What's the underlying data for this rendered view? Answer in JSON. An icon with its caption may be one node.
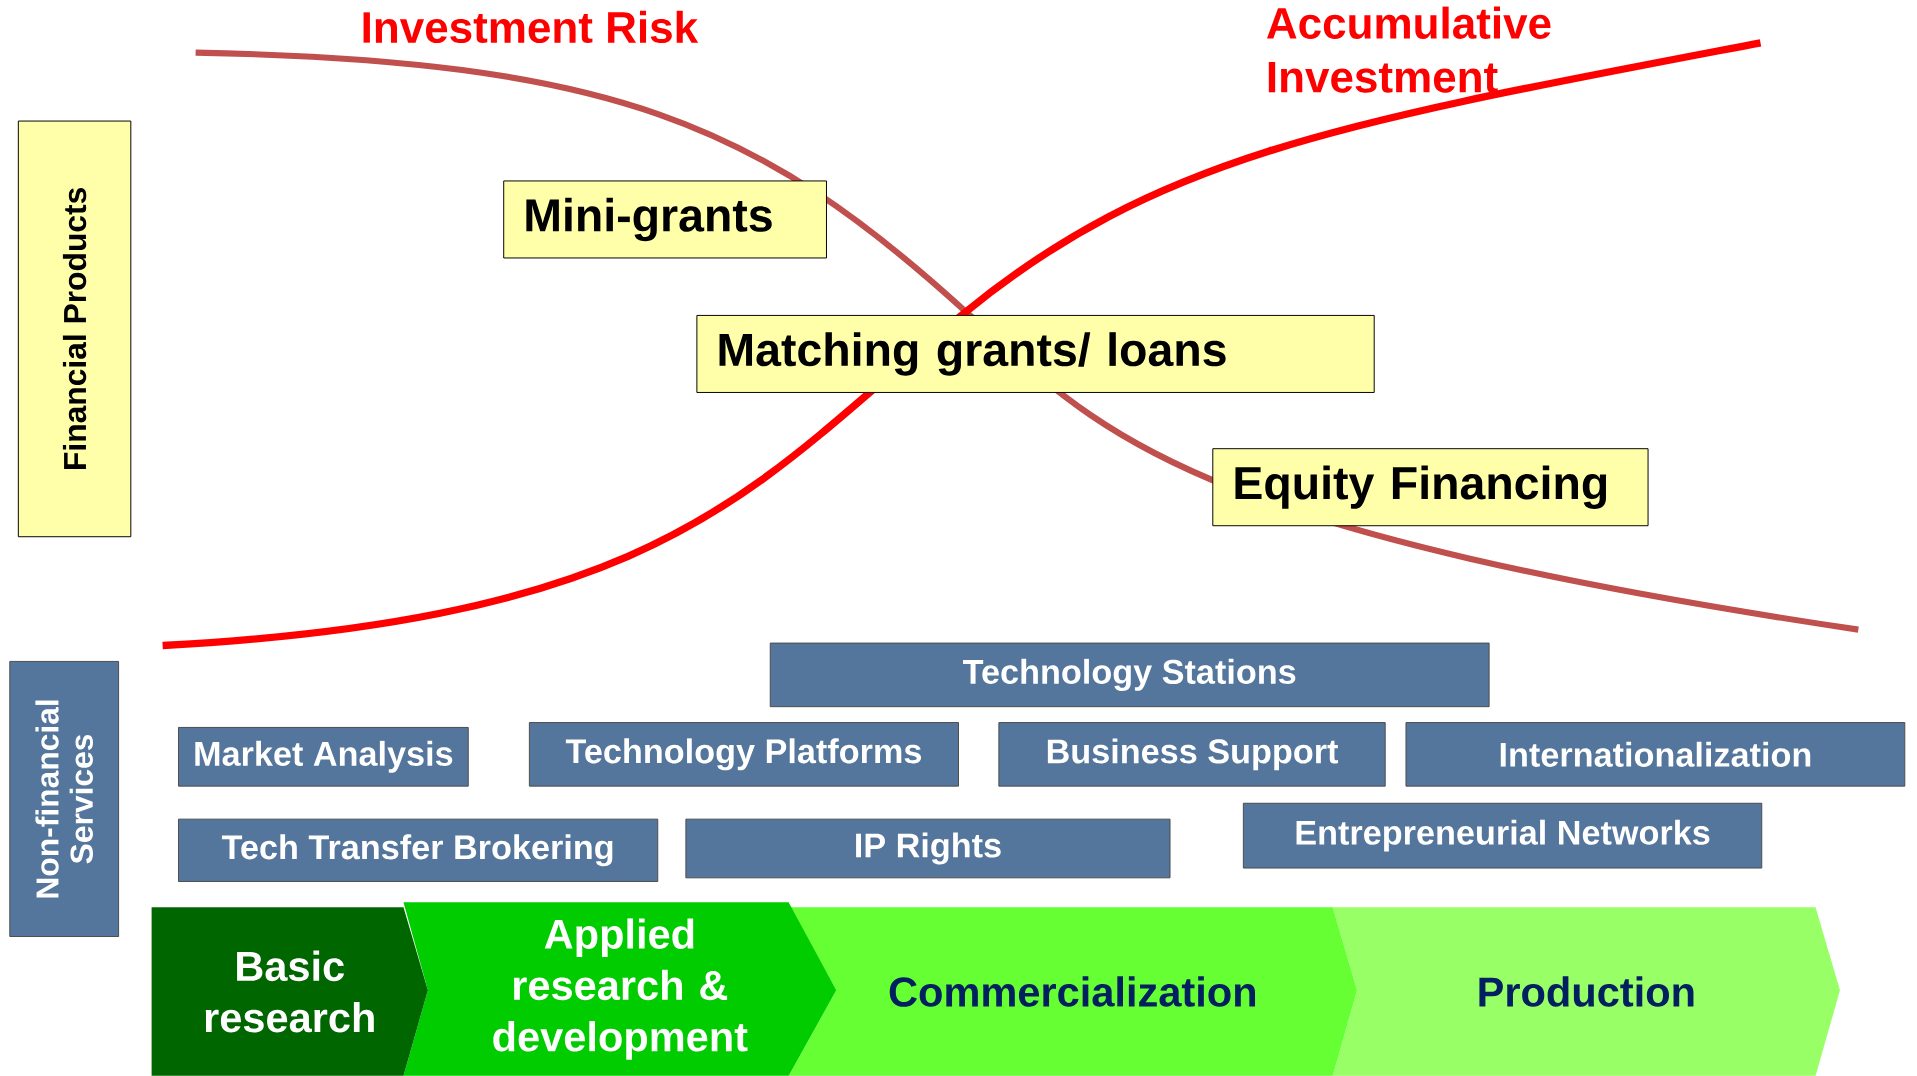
{
  "diagram": {
    "nodes": [
      {
        "text": [
          "Financial Products"
        ]
      },
      {
        "text": [
          "Mini-grants"
        ]
      },
      {
        "text": [
          "Matching grants/ loans"
        ]
      },
      {
        "text": [
          "Equity Financing"
        ]
      },
      {
        "text": [
          "Non-financial Services"
        ]
      },
      {
        "text": [
          "Technology Stations"
        ]
      },
      {
        "text": [
          "Market Analysis"
        ]
      },
      {
        "text": [
          "Technology Platforms"
        ]
      },
      {
        "text": [
          "Business Support"
        ]
      },
      {
        "text": [
          "Internationalization"
        ]
      },
      {
        "text": [
          "Tech Transfer Brokering"
        ]
      },
      {
        "text": [
          "IP Rights"
        ]
      },
      {
        "text": [
          "Entrepreneurial Networks"
        ]
      },
      {
        "text": [
          "Basic research"
        ]
      },
      {
        "text": [
          "Applied research & development"
        ]
      },
      {
        "text": [
          "Commercialization"
        ]
      },
      {
        "text": [
          "Production"
        ]
      }
    ],
    "labels": [
      "Investment Risk",
      "Accumulative Investment"
    ]
  }
}
